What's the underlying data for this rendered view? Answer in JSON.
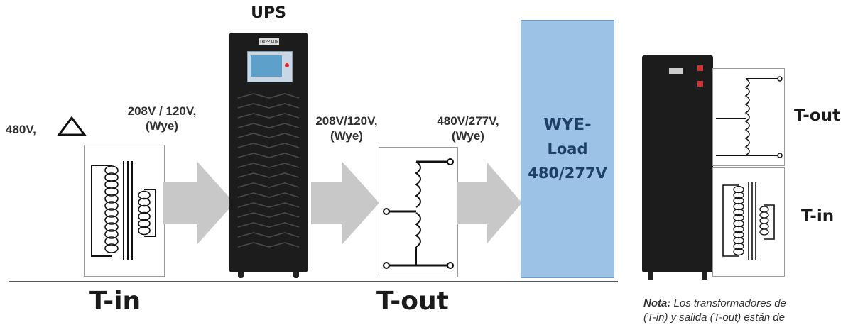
{
  "ups_label": "UPS",
  "input_voltage": "480V,",
  "ups_input_voltage": {
    "line1": "208V / 120V,",
    "line2": "(Wye)"
  },
  "ups_output_voltage": {
    "line1": "208V/120V,",
    "line2": "(Wye)"
  },
  "transformer_output_voltage": {
    "line1": "480V/277V,",
    "line2": "(Wye)"
  },
  "load": {
    "line1": "WYE-",
    "line2": "Load",
    "line3": "480/277V"
  },
  "bottom_labels": {
    "t_in": "T-in",
    "t_out": "T-out"
  },
  "side_labels": {
    "t_out": "T-out",
    "t_in": "T-in"
  },
  "note": {
    "bold": "Nota:",
    "line1": " Los transformadores de",
    "line2": "(T-in) y salida (T-out) están de"
  },
  "brand_badge": "TRIPP·LITE",
  "colors": {
    "arrow": "#c8c8c8",
    "load": "#9cc3e5",
    "cabinet": "#1c1c1c"
  }
}
